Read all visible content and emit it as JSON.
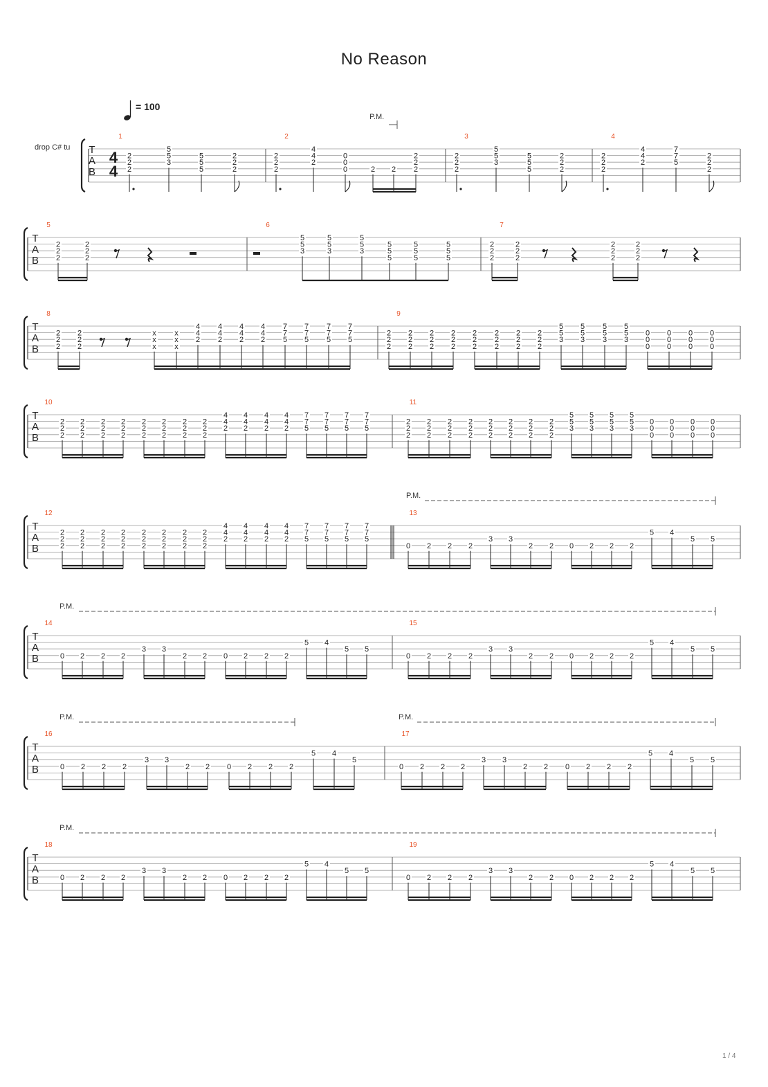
{
  "title": "No Reason",
  "tempo": {
    "label": "= 100",
    "bpm": 100
  },
  "tuning": "drop C# tu",
  "page_number": "1 / 4",
  "time_signature": "4/4",
  "tab_letters": [
    "T",
    "A",
    "B"
  ],
  "palm_mute_label": "P.M.",
  "icons": [
    "quarter-note-icon",
    "eighth-rest-icon",
    "quarter-rest-icon",
    "half-rest-icon",
    "staff-bracket-icon"
  ],
  "measures": [
    {
      "n": "1",
      "events": [
        {
          "notes": [
            [
              2,
              "2"
            ],
            [
              3,
              "2"
            ],
            [
              4,
              "2"
            ]
          ],
          "dur": "qd"
        },
        {
          "notes": [
            [
              1,
              "5"
            ],
            [
              2,
              "5"
            ],
            [
              3,
              "3"
            ]
          ],
          "dur": "q"
        },
        {
          "notes": [
            [
              2,
              "5"
            ],
            [
              3,
              "5"
            ],
            [
              4,
              "5"
            ]
          ],
          "dur": "q"
        },
        {
          "notes": [
            [
              2,
              "2"
            ],
            [
              3,
              "2"
            ],
            [
              4,
              "2"
            ]
          ],
          "dur": "e"
        }
      ]
    },
    {
      "n": "2",
      "pm": "short",
      "events": [
        {
          "notes": [
            [
              2,
              "2"
            ],
            [
              3,
              "2"
            ],
            [
              4,
              "2"
            ]
          ],
          "dur": "qd"
        },
        {
          "notes": [
            [
              1,
              "4"
            ],
            [
              2,
              "4"
            ],
            [
              3,
              "2"
            ]
          ],
          "dur": "q"
        },
        {
          "notes": [
            [
              2,
              "0"
            ],
            [
              3,
              "0"
            ],
            [
              4,
              "0"
            ]
          ],
          "dur": "e"
        },
        {
          "notes": [
            [
              4,
              "2"
            ]
          ],
          "dur": "s",
          "beam": 2
        },
        {
          "notes": [
            [
              4,
              "2"
            ]
          ],
          "dur": "s",
          "beam": 2
        },
        {
          "notes": [
            [
              2,
              "2"
            ],
            [
              3,
              "2"
            ],
            [
              4,
              "2"
            ]
          ],
          "dur": "e",
          "beam": 2
        }
      ]
    },
    {
      "n": "3",
      "events": [
        {
          "notes": [
            [
              2,
              "2"
            ],
            [
              3,
              "2"
            ],
            [
              4,
              "2"
            ]
          ],
          "dur": "qd"
        },
        {
          "notes": [
            [
              1,
              "5"
            ],
            [
              2,
              "5"
            ],
            [
              3,
              "3"
            ]
          ],
          "dur": "q"
        },
        {
          "notes": [
            [
              2,
              "5"
            ],
            [
              3,
              "5"
            ],
            [
              4,
              "5"
            ]
          ],
          "dur": "q"
        },
        {
          "notes": [
            [
              2,
              "2"
            ],
            [
              3,
              "2"
            ],
            [
              4,
              "2"
            ]
          ],
          "dur": "e"
        }
      ]
    },
    {
      "n": "4",
      "events": [
        {
          "notes": [
            [
              2,
              "2"
            ],
            [
              3,
              "2"
            ],
            [
              4,
              "2"
            ]
          ],
          "dur": "qd"
        },
        {
          "notes": [
            [
              1,
              "4"
            ],
            [
              2,
              "4"
            ],
            [
              3,
              "2"
            ]
          ],
          "dur": "q"
        },
        {
          "notes": [
            [
              1,
              "7"
            ],
            [
              2,
              "7"
            ],
            [
              3,
              "5"
            ]
          ],
          "dur": "q"
        },
        {
          "notes": [
            [
              2,
              "2"
            ],
            [
              3,
              "2"
            ],
            [
              4,
              "2"
            ]
          ],
          "dur": "e"
        }
      ]
    },
    {
      "n": "5",
      "events": [
        {
          "notes": [
            [
              2,
              "2"
            ],
            [
              3,
              "2"
            ],
            [
              4,
              "2"
            ]
          ],
          "dur": "s",
          "beam": 2
        },
        {
          "notes": [
            [
              2,
              "2"
            ],
            [
              3,
              "2"
            ],
            [
              4,
              "2"
            ]
          ],
          "dur": "s",
          "beam": 2
        },
        {
          "rest": "e"
        },
        {
          "rest": "q"
        },
        {
          "rest": "h"
        }
      ]
    },
    {
      "n": "6",
      "events": [
        {
          "rest": "h"
        },
        {
          "notes": [
            [
              1,
              "5"
            ],
            [
              2,
              "5"
            ],
            [
              3,
              "3"
            ]
          ],
          "dur": "e",
          "beam": 1
        },
        {
          "notes": [
            [
              1,
              "5"
            ],
            [
              2,
              "5"
            ],
            [
              3,
              "3"
            ]
          ],
          "dur": "e",
          "beam": 1
        },
        {
          "notes": [
            [
              1,
              "5"
            ],
            [
              2,
              "5"
            ],
            [
              3,
              "3"
            ]
          ],
          "dur": "e",
          "beam": 1
        },
        {
          "notes": [
            [
              2,
              "5"
            ],
            [
              3,
              "5"
            ],
            [
              4,
              "5"
            ]
          ],
          "dur": "e",
          "beam": 1
        },
        {
          "notes": [
            [
              2,
              "5"
            ],
            [
              3,
              "5"
            ],
            [
              4,
              "5"
            ]
          ],
          "dur": "e",
          "beam": 1
        },
        {
          "notes": [
            [
              2,
              "5"
            ],
            [
              3,
              "5"
            ],
            [
              4,
              "5"
            ]
          ],
          "dur": "e",
          "beam": 1
        }
      ]
    },
    {
      "n": "7",
      "events": [
        {
          "notes": [
            [
              2,
              "2"
            ],
            [
              3,
              "2"
            ],
            [
              4,
              "2"
            ]
          ],
          "dur": "s",
          "beam": 2
        },
        {
          "notes": [
            [
              2,
              "2"
            ],
            [
              3,
              "2"
            ],
            [
              4,
              "2"
            ]
          ],
          "dur": "s",
          "beam": 2
        },
        {
          "rest": "e"
        },
        {
          "rest": "q"
        },
        {
          "notes": [
            [
              2,
              "2"
            ],
            [
              3,
              "2"
            ],
            [
              4,
              "2"
            ]
          ],
          "dur": "s",
          "beam": 2
        },
        {
          "notes": [
            [
              2,
              "2"
            ],
            [
              3,
              "2"
            ],
            [
              4,
              "2"
            ]
          ],
          "dur": "s",
          "beam": 2
        },
        {
          "rest": "e"
        },
        {
          "rest": "q"
        }
      ]
    },
    {
      "n": "8",
      "events": [
        {
          "notes": [
            [
              2,
              "2"
            ],
            [
              3,
              "2"
            ],
            [
              4,
              "2"
            ]
          ],
          "dur": "s",
          "beam": 2
        },
        {
          "notes": [
            [
              2,
              "2"
            ],
            [
              3,
              "2"
            ],
            [
              4,
              "2"
            ]
          ],
          "dur": "s",
          "beam": 2
        },
        {
          "rest": "e"
        },
        {
          "rest": "e"
        },
        {
          "notes": [
            [
              2,
              "x"
            ],
            [
              3,
              "x"
            ],
            [
              4,
              "x"
            ]
          ],
          "dur": "s",
          "beam": 2
        },
        {
          "notes": [
            [
              2,
              "x"
            ],
            [
              3,
              "x"
            ],
            [
              4,
              "x"
            ]
          ],
          "dur": "s",
          "beam": 2
        },
        {
          "notes": [
            [
              1,
              "4"
            ],
            [
              2,
              "4"
            ],
            [
              3,
              "2"
            ]
          ],
          "dur": "s",
          "beam": 2
        },
        {
          "notes": [
            [
              1,
              "4"
            ],
            [
              2,
              "4"
            ],
            [
              3,
              "2"
            ]
          ],
          "dur": "s",
          "beam": 2
        },
        {
          "notes": [
            [
              1,
              "4"
            ],
            [
              2,
              "4"
            ],
            [
              3,
              "2"
            ]
          ],
          "dur": "s",
          "beam": 2
        },
        {
          "notes": [
            [
              1,
              "4"
            ],
            [
              2,
              "4"
            ],
            [
              3,
              "2"
            ]
          ],
          "dur": "s",
          "beam": 2
        },
        {
          "notes": [
            [
              1,
              "7"
            ],
            [
              2,
              "7"
            ],
            [
              3,
              "5"
            ]
          ],
          "dur": "s",
          "beam": 2
        },
        {
          "notes": [
            [
              1,
              "7"
            ],
            [
              2,
              "7"
            ],
            [
              3,
              "5"
            ]
          ],
          "dur": "s",
          "beam": 2
        },
        {
          "notes": [
            [
              1,
              "7"
            ],
            [
              2,
              "7"
            ],
            [
              3,
              "5"
            ]
          ],
          "dur": "s",
          "beam": 2
        },
        {
          "notes": [
            [
              1,
              "7"
            ],
            [
              2,
              "7"
            ],
            [
              3,
              "5"
            ]
          ],
          "dur": "s",
          "beam": 2
        }
      ]
    },
    {
      "n": "9",
      "groups": [
        {
          "notes": [
            [
              2,
              "2"
            ],
            [
              3,
              "2"
            ],
            [
              4,
              "2"
            ]
          ]
        },
        {
          "notes": [
            [
              2,
              "2"
            ],
            [
              3,
              "2"
            ],
            [
              4,
              "2"
            ]
          ]
        },
        {
          "notes": [
            [
              1,
              "5"
            ],
            [
              2,
              "5"
            ],
            [
              3,
              "3"
            ]
          ]
        },
        {
          "notes": [
            [
              2,
              "0"
            ],
            [
              3,
              "0"
            ],
            [
              4,
              "0"
            ]
          ]
        }
      ]
    },
    {
      "n": "10",
      "groups": [
        {
          "notes": [
            [
              2,
              "2"
            ],
            [
              3,
              "2"
            ],
            [
              4,
              "2"
            ]
          ]
        },
        {
          "notes": [
            [
              2,
              "2"
            ],
            [
              3,
              "2"
            ],
            [
              4,
              "2"
            ]
          ]
        },
        {
          "notes": [
            [
              1,
              "4"
            ],
            [
              2,
              "4"
            ],
            [
              3,
              "2"
            ]
          ]
        },
        {
          "notes": [
            [
              1,
              "7"
            ],
            [
              2,
              "7"
            ],
            [
              3,
              "5"
            ]
          ]
        }
      ]
    },
    {
      "n": "11",
      "groups": [
        {
          "notes": [
            [
              2,
              "2"
            ],
            [
              3,
              "2"
            ],
            [
              4,
              "2"
            ]
          ]
        },
        {
          "notes": [
            [
              2,
              "2"
            ],
            [
              3,
              "2"
            ],
            [
              4,
              "2"
            ]
          ]
        },
        {
          "notes": [
            [
              1,
              "5"
            ],
            [
              2,
              "5"
            ],
            [
              3,
              "3"
            ]
          ]
        },
        {
          "notes": [
            [
              2,
              "0"
            ],
            [
              3,
              "0"
            ],
            [
              4,
              "0"
            ]
          ]
        }
      ]
    },
    {
      "n": "12",
      "groups": [
        {
          "notes": [
            [
              2,
              "2"
            ],
            [
              3,
              "2"
            ],
            [
              4,
              "2"
            ]
          ]
        },
        {
          "notes": [
            [
              2,
              "2"
            ],
            [
              3,
              "2"
            ],
            [
              4,
              "2"
            ]
          ]
        },
        {
          "notes": [
            [
              1,
              "4"
            ],
            [
              2,
              "4"
            ],
            [
              3,
              "2"
            ]
          ]
        },
        {
          "notes": [
            [
              1,
              "7"
            ],
            [
              2,
              "7"
            ],
            [
              3,
              "5"
            ]
          ]
        }
      ]
    },
    {
      "n": "13",
      "riff": true
    },
    {
      "n": "14",
      "riff": true
    },
    {
      "n": "15",
      "riff": true
    },
    {
      "n": "16",
      "riff": true,
      "short_end": true
    },
    {
      "n": "17",
      "riff": true
    },
    {
      "n": "18",
      "riff": true
    },
    {
      "n": "19",
      "riff": true
    }
  ],
  "riff": [
    [
      [
        4,
        "0"
      ],
      [
        4,
        "2"
      ],
      [
        4,
        "2"
      ],
      [
        4,
        "2"
      ]
    ],
    [
      [
        3,
        "3"
      ],
      [
        3,
        "3"
      ],
      [
        4,
        "2"
      ],
      [
        4,
        "2"
      ]
    ],
    [
      [
        4,
        "0"
      ],
      [
        4,
        "2"
      ],
      [
        4,
        "2"
      ],
      [
        4,
        "2"
      ]
    ],
    [
      [
        2,
        "5"
      ],
      [
        2,
        "4"
      ],
      [
        3,
        "5"
      ],
      [
        3,
        "5"
      ]
    ]
  ]
}
